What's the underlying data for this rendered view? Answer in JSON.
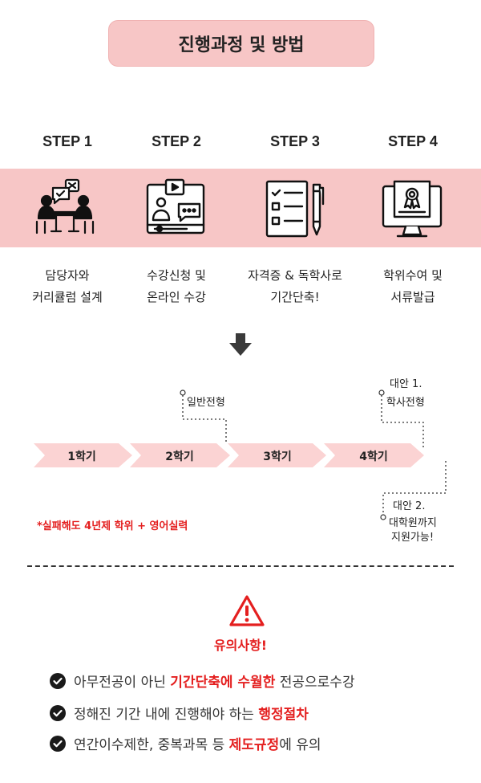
{
  "header": {
    "title": "진행과정 및 방법"
  },
  "steps": [
    {
      "label": "STEP 1",
      "icon": "consultation-icon",
      "line1": "담당자와",
      "line2": "커리큘럼 설계"
    },
    {
      "label": "STEP 2",
      "icon": "online-lecture-icon",
      "line1": "수강신청 및",
      "line2": "온라인 수강"
    },
    {
      "label": "STEP 3",
      "icon": "checklist-icon",
      "line1": "자격증 & 독학사로",
      "line2": "기간단축!"
    },
    {
      "label": "STEP 4",
      "icon": "diploma-monitor-icon",
      "line1": "학위수여 및",
      "line2": "서류발급"
    }
  ],
  "timeline": {
    "semesters": [
      "1학기",
      "2학기",
      "3학기",
      "4학기"
    ],
    "general_admission": "일반전형",
    "alt1_line1": "대안 1.",
    "alt1_line2": "학사전형",
    "alt2_line1": "대안 2.",
    "alt2_line2": "대학원까지",
    "alt2_line3": "지원가능!",
    "note": "*실패해도 4년제 학위 + 영어실력"
  },
  "caution": {
    "icon": "warning-icon",
    "title": "유의사항!",
    "items": [
      {
        "before": "아무전공이 아닌 ",
        "highlight": "기간단축에 수월한",
        "after": " 전공으로수강"
      },
      {
        "before": "정해진 기간 내에 진행해야 하는 ",
        "highlight": "행정절차",
        "after": ""
      },
      {
        "before": "연간이수제한, 중복과목 등 ",
        "highlight": "제도규정",
        "after": "에 유의"
      }
    ]
  },
  "colors": {
    "band_pink": "#f7c6c6",
    "arrow_pink": "#fbd3d3",
    "accent_red": "#e41f1f"
  }
}
